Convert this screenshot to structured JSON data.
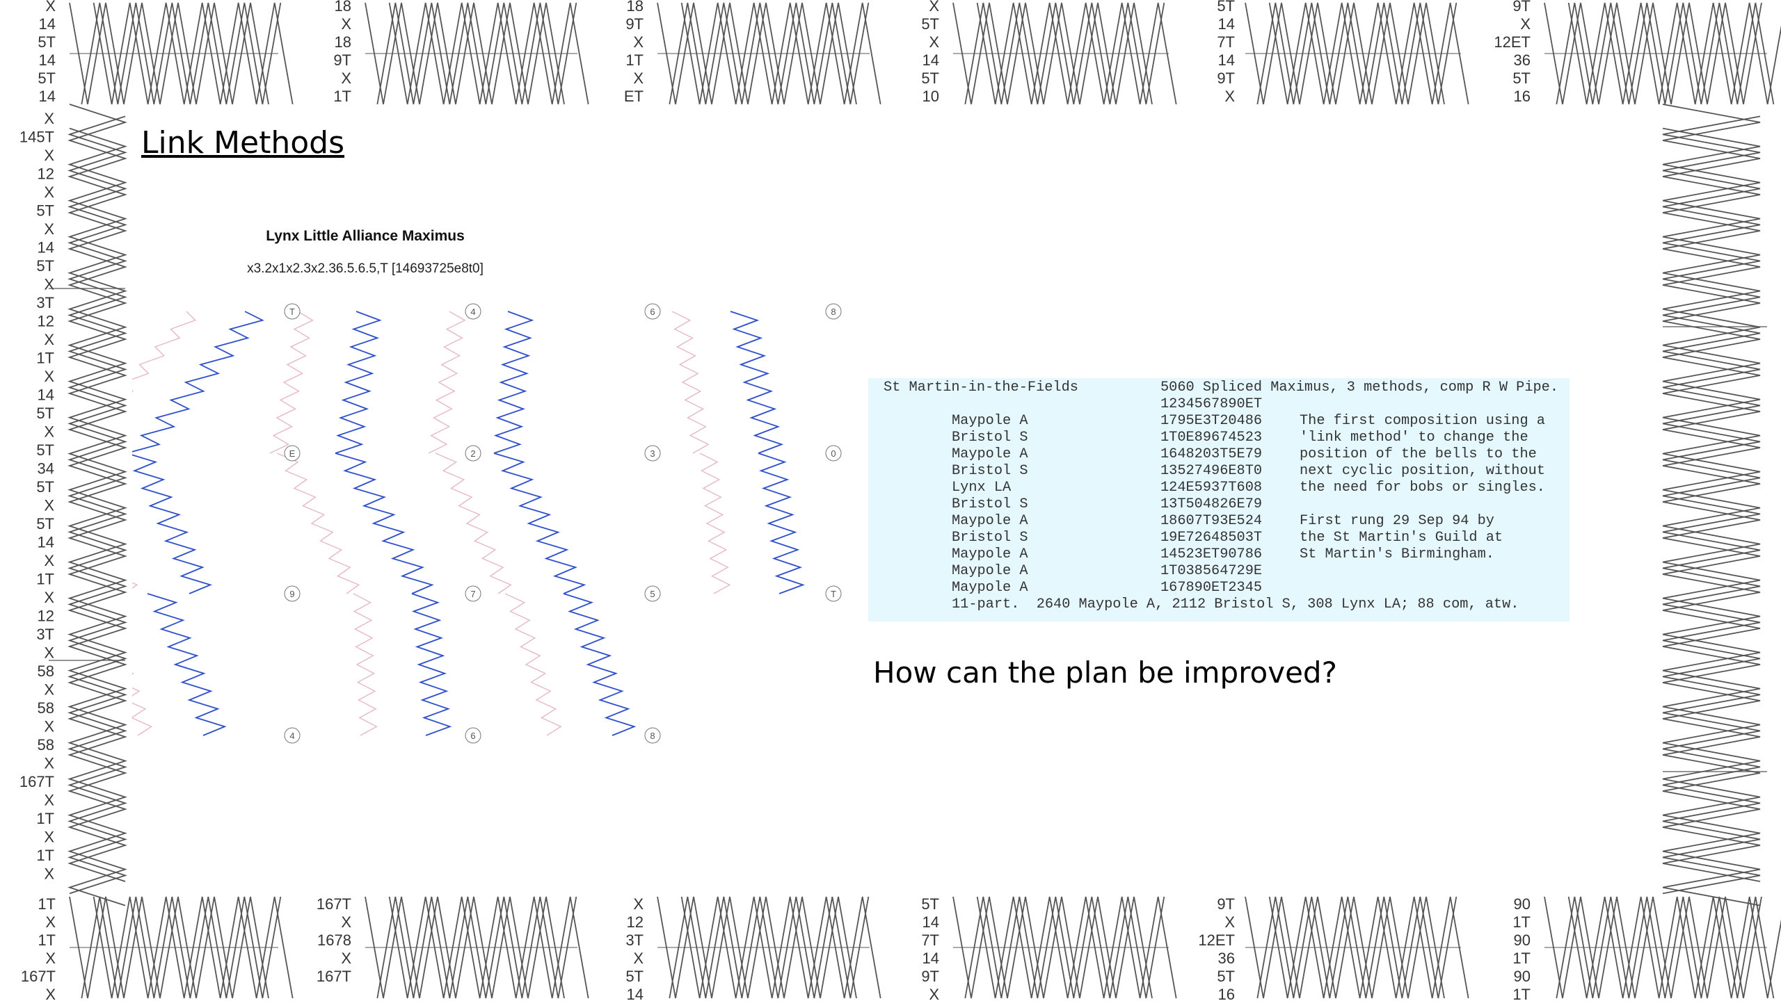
{
  "slide": {
    "title": "Link Methods",
    "question": "How can the plan be improved?"
  },
  "border": {
    "top_labels": [
      [
        "X",
        "14",
        "5T",
        "14",
        "5T",
        "14"
      ],
      [
        "18",
        "X",
        "18",
        "9T",
        "X",
        "1T"
      ],
      [
        "18",
        "9T",
        "X",
        "1T",
        "X",
        "ET"
      ],
      [
        "X",
        "5T",
        "X",
        "14",
        "5T",
        "10"
      ],
      [
        "5T",
        "14",
        "7T",
        "14",
        "9T",
        "X"
      ],
      [
        "9T",
        "X",
        "12ET",
        "36",
        "5T",
        "16"
      ]
    ],
    "bottom_labels": [
      [
        "1T",
        "X",
        "1T",
        "X",
        "167T",
        "X"
      ],
      [
        "167T",
        "X",
        "1678",
        "X",
        "167T"
      ],
      [
        "X",
        "12",
        "3T",
        "X",
        "5T",
        "14"
      ],
      [
        "5T",
        "14",
        "7T",
        "14",
        "9T",
        "X"
      ],
      [
        "9T",
        "X",
        "12ET",
        "36",
        "5T",
        "16"
      ],
      [
        "90",
        "1T",
        "90",
        "1T",
        "90",
        "1T"
      ]
    ],
    "left_labels": [
      "X",
      "145T",
      "X",
      "12",
      "X",
      "5T",
      "X",
      "14",
      "5T",
      "X",
      "3T",
      "12",
      "X",
      "1T",
      "X",
      "14",
      "5T",
      "X",
      "5T",
      "34",
      "5T",
      "X",
      "5T",
      "14",
      "X",
      "1T",
      "X",
      "12",
      "3T",
      "X",
      "58",
      "X",
      "58",
      "X",
      "58",
      "X",
      "167T",
      "X",
      "1T",
      "X",
      "1T",
      "X"
    ]
  },
  "diagram": {
    "title": "Lynx Little Alliance Maximus",
    "notation": "x3.2x1x2.3x2.36.5.6.5,T [14693725e8t0]",
    "circle_labels": [
      "T",
      "4",
      "6",
      "8",
      "E",
      "2",
      "3",
      "0",
      "9",
      "7",
      "5",
      "T",
      "4",
      "6",
      "8"
    ]
  },
  "composition": {
    "tower": "St Martin-in-the-Fields",
    "heading": "5060 Spliced Maximus, 3 methods, comp R W Pipe.",
    "rounds": "1234567890ET",
    "leads": [
      {
        "method": "Maypole A",
        "row": "1795E3T20486"
      },
      {
        "method": "Bristol S",
        "row": "1T0E89674523"
      },
      {
        "method": "Maypole A",
        "row": "1648203T5E79"
      },
      {
        "method": "Bristol S",
        "row": "13527496E8T0"
      },
      {
        "method": "Lynx LA",
        "row": "124E5937T608"
      },
      {
        "method": "Bristol S",
        "row": "13T504826E79"
      },
      {
        "method": "Maypole A",
        "row": "18607T93E524"
      },
      {
        "method": "Bristol S",
        "row": "19E72648503T"
      },
      {
        "method": "Maypole A",
        "row": "14523ET90786"
      },
      {
        "method": "Maypole A",
        "row": "1T038564729E"
      },
      {
        "method": "Maypole A",
        "row": "167890ET2345"
      }
    ],
    "notes": [
      "The first composition using a",
      "'link method' to change the",
      "position of the bells to the",
      "next cyclic position, without",
      "the need for bobs or singles.",
      "",
      "First rung 29 Sep 94 by",
      "the St Martin's Guild at",
      "St Martin's Birmingham."
    ],
    "footer": "11-part.  2640 Maypole A, 2112 Bristol S, 308 Lynx LA; 88 com, atw."
  },
  "colors": {
    "blue_line": "#2c4fd0",
    "pink_line": "#e8b8c4",
    "panel_bg": "#e5f8fe",
    "border_line": "#555555"
  }
}
